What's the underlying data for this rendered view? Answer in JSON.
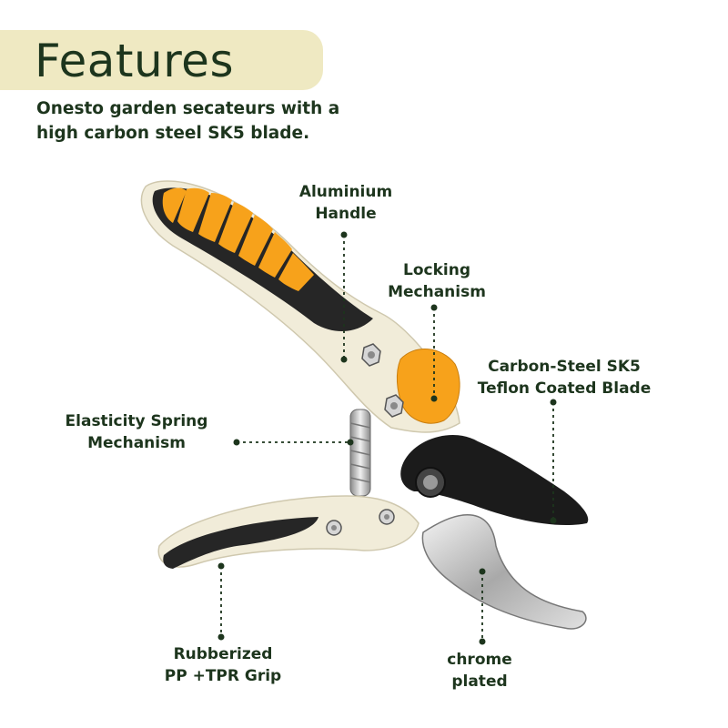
{
  "header": {
    "title": "Features",
    "subtitle": "Onesto garden secateurs with a high carbon steel SK5 blade."
  },
  "callouts": {
    "handle": [
      "Aluminium",
      "Handle"
    ],
    "lock": [
      "Locking",
      "Mechanism"
    ],
    "blade": [
      "Carbon-Steel SK5",
      "Teflon Coated Blade"
    ],
    "spring": [
      "Elasticity Spring",
      "Mechanism"
    ],
    "grip": [
      "Rubberized",
      "PP +TPR Grip"
    ],
    "chrome": [
      "chrome",
      "plated"
    ]
  },
  "colors": {
    "title_bg": "#efe9c2",
    "text": "#1d351d",
    "handle_cream": "#f1ecd9",
    "grip_orange": "#f7a21b",
    "grip_black": "#262626",
    "blade_black": "#1b1b1b",
    "chrome": "#c8c8c8"
  }
}
